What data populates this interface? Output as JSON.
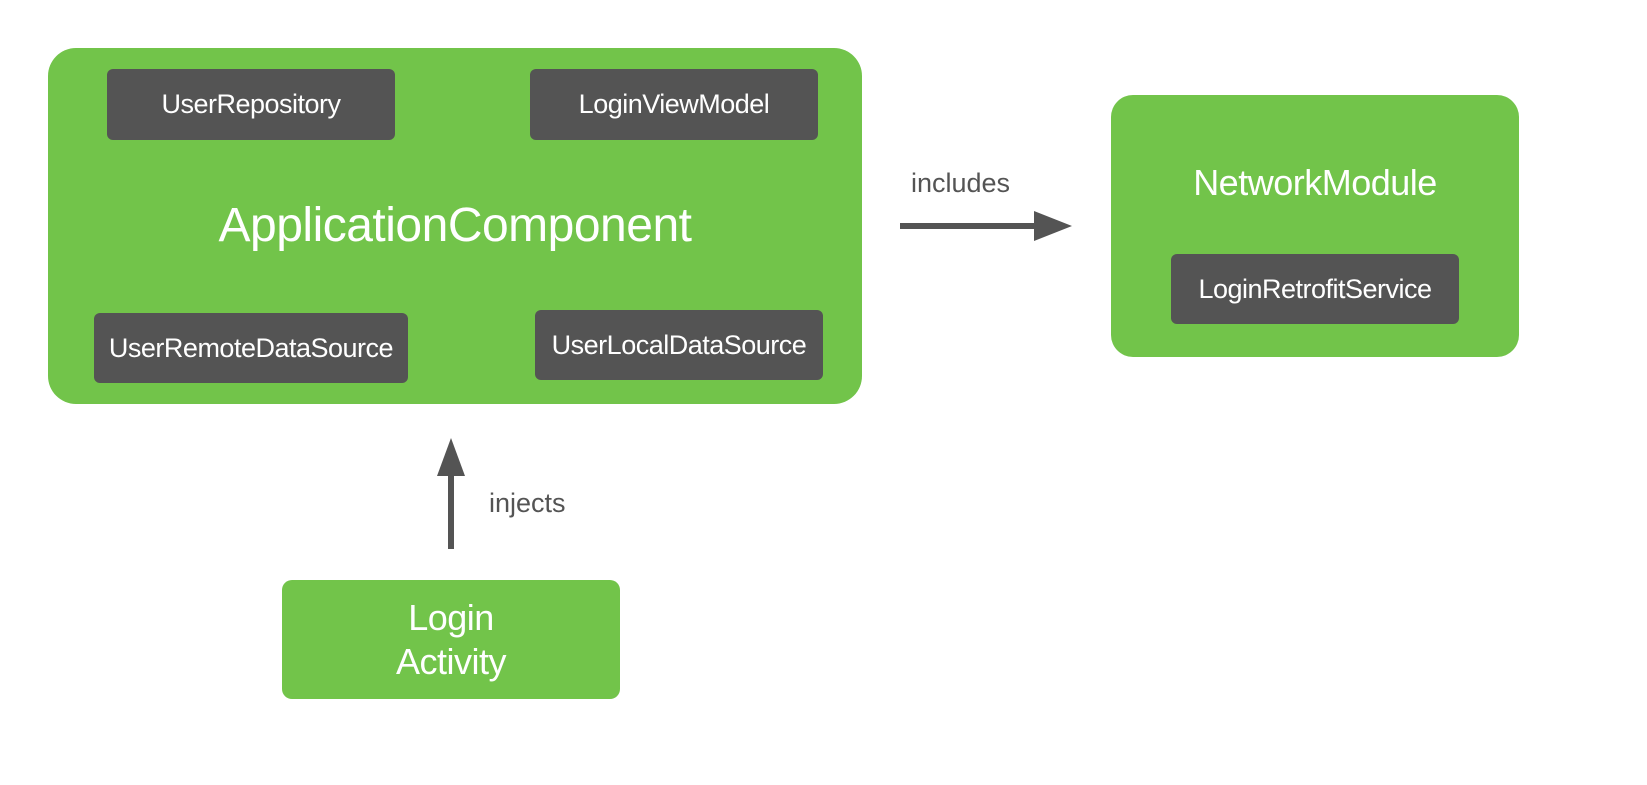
{
  "colors": {
    "component": "#72c44a",
    "node": "#545454",
    "arrow": "#545454"
  },
  "application_component": {
    "title": "ApplicationComponent",
    "items": [
      "UserRepository",
      "LoginViewModel",
      "UserRemoteDataSource",
      "UserLocalDataSource"
    ]
  },
  "network_module": {
    "title": "NetworkModule",
    "items": [
      "LoginRetrofitService"
    ]
  },
  "login_activity": {
    "line1": "Login",
    "line2": "Activity"
  },
  "edges": {
    "includes": "includes",
    "injects": "injects"
  }
}
